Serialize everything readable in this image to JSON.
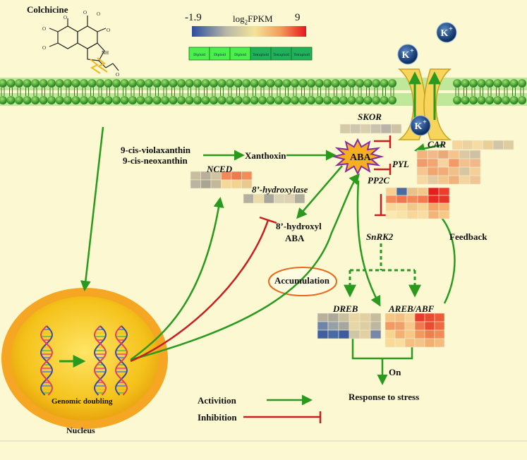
{
  "colchicine": "Colchicine",
  "scale": {
    "min": "-1.9",
    "max": "9",
    "label_base": "log",
    "label_sub": "2",
    "label_rest": "FPKM"
  },
  "samples": [
    "Diploid",
    "Diploid",
    "Diploid",
    "Tetraploid",
    "Tetraploid",
    "Tetraploid"
  ],
  "genes": {
    "skor": "SKOR",
    "nced": "NCED",
    "hydroxylase": "8’-hydroxylase",
    "car": "CAR",
    "pyl": "PYL",
    "pp2c": "PP2C",
    "snrk2": "SnRK2",
    "dreb": "DREB",
    "areb": "AREB/ABF"
  },
  "labels": {
    "violaxanthin": "9-cis-violaxanthin",
    "neoxanthin": "9-cis-neoxanthin",
    "xanthoxin": "Xanthoxin",
    "aba": "ABA",
    "hydroxyl_aba_1": "8’-hydroxyl",
    "hydroxyl_aba_2": "ABA",
    "accumulation": "Accumulation",
    "feedback": "Feedback",
    "on": "On",
    "response": "Response to stress",
    "genomic": "Genomic doubling",
    "nucleus": "Nucleus",
    "activation": "Activition",
    "inhibition": "Inhibition",
    "k_ion": "K"
  },
  "colors": {
    "activation": "#2a9a1e",
    "inhibition": "#c81e1e",
    "background": "#fbf8d2",
    "aba_star": "#f4b021",
    "diploid_box": "#4cf04c",
    "tetraploid_box": "#1fb25a"
  },
  "heatmaps": {
    "skor": [
      [
        "#d6c9a8",
        "#cfc6ae",
        "#d9cfae",
        "#c9c2ae",
        "#b9b4a8",
        "#cdc3a5"
      ]
    ],
    "nced": [
      [
        "#c8bd9e",
        "#b8b09a",
        "#d1c4a0",
        "#f08a5a",
        "#f07a50",
        "#f28c58"
      ],
      [
        "#bab4a0",
        "#a8a593",
        "#c3b89a",
        "#f4d79a",
        "#f2d491",
        "#e9c98f"
      ]
    ],
    "hydroxylase": [
      [
        "#b4b0a0",
        "#e9dca8",
        "#a7a79c",
        "#d9d2b4",
        "#dcd1b0",
        "#b0ad9e"
      ]
    ],
    "car": [
      [
        "#f2d69c",
        "#ead3a0",
        "#f4dca2",
        "#e9cf98",
        "#d2c6a9",
        "#ddcda1"
      ]
    ],
    "pyl": [
      [
        "#f1b57c",
        "#f3b98a",
        "#e9a979",
        "#f6c48b",
        "#dcc9a4",
        "#cfc2a4"
      ],
      [
        "#f09c6a",
        "#f2a671",
        "#f7d3a0",
        "#f39a66",
        "#f3c08e",
        "#f2b78a"
      ],
      [
        "#f5c68e",
        "#f0a66e",
        "#f2ac78",
        "#f3be87",
        "#d9c5a2",
        "#f6cf97"
      ],
      [
        "#f7d7a0",
        "#e3caa0",
        "#f3c68d",
        "#f0b27b",
        "#f3d49c",
        "#efc593"
      ]
    ],
    "pp2c": [
      [
        "#f7cf92",
        "#4a6aa0",
        "#e9c18a",
        "#f2c78a",
        "#e61e1e",
        "#ef3a2c"
      ],
      [
        "#f58a5a",
        "#f07850",
        "#f08a56",
        "#f57a4e",
        "#ea2a22",
        "#e83426"
      ],
      [
        "#f7d89a",
        "#f8dc9e",
        "#f3c78a",
        "#f6d494",
        "#f3a468",
        "#f6b070"
      ],
      [
        "#fbe8ae",
        "#f9e3a6",
        "#f7d698",
        "#f8dea2",
        "#f4b478",
        "#f7c886"
      ]
    ],
    "dreb": [
      [
        "#b6b09c",
        "#aaa99a",
        "#c9c0a0",
        "#e8d6a4",
        "#e2d0a0",
        "#c6bc9e"
      ],
      [
        "#6e84a8",
        "#96a0a8",
        "#a7a7a0",
        "#e7d7a6",
        "#ddcda2",
        "#bdb6a0"
      ],
      [
        "#3f5f9e",
        "#496aa3",
        "#3c5c9c",
        "#cfc6a6",
        "#e0d0a2",
        "#7787a8"
      ]
    ],
    "areb": [
      [
        "#f6c686",
        "#f4c082",
        "#f7d294",
        "#e93a2c",
        "#ea4a30",
        "#ec5a36"
      ],
      [
        "#f39a62",
        "#f1a06a",
        "#f7c88c",
        "#ef7a4c",
        "#ea4c30",
        "#ee6a40"
      ],
      [
        "#f6d592",
        "#f3b274",
        "#f6c888",
        "#f19a60",
        "#ee8050",
        "#f08c58"
      ],
      [
        "#f7d998",
        "#f8de9e",
        "#f3c080",
        "#f5c386",
        "#f2b070",
        "#f4bb7c"
      ]
    ]
  }
}
